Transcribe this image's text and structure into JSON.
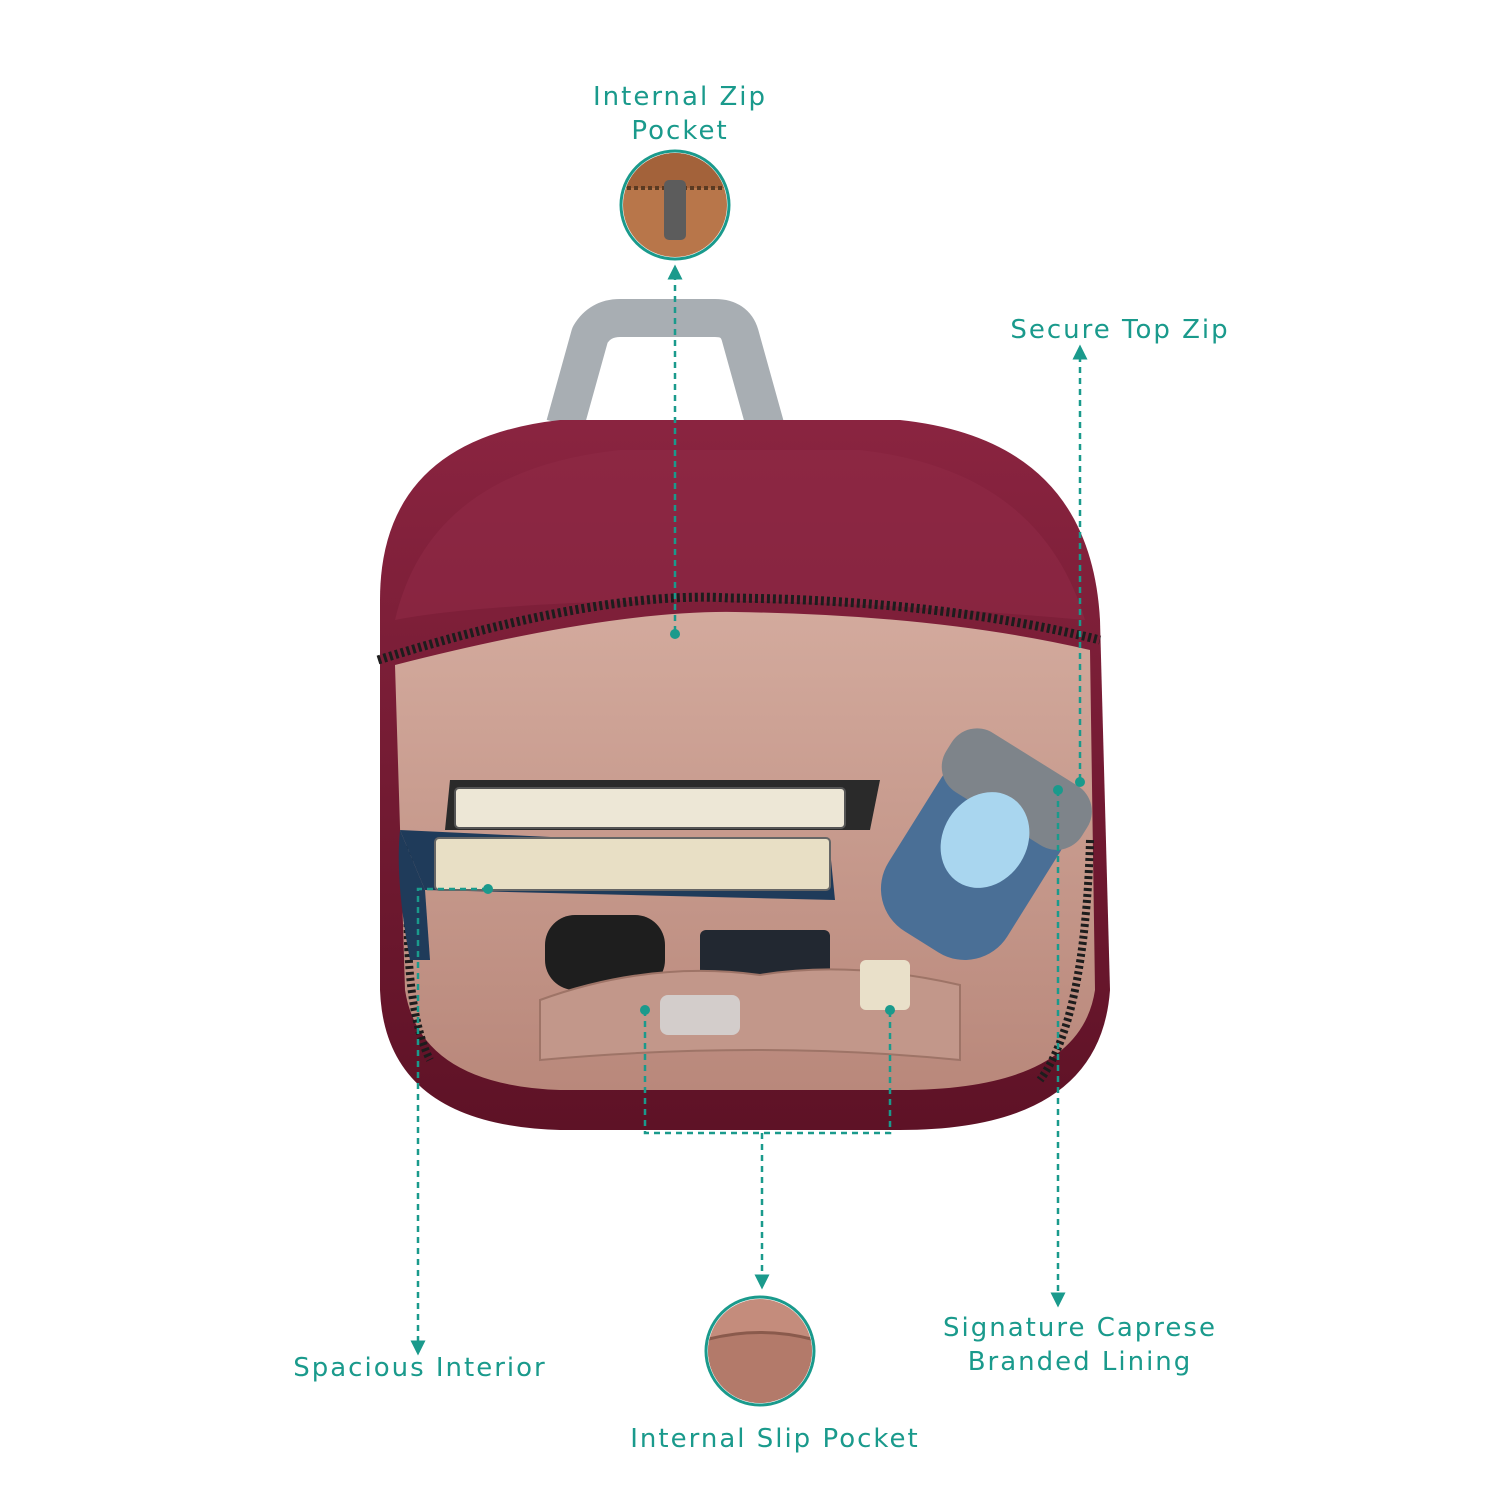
{
  "callouts": {
    "internal_zip_pocket": {
      "line1": "Internal Zip",
      "line2": "Pocket"
    },
    "secure_top_zip": {
      "text": "Secure Top Zip"
    },
    "spacious_interior": {
      "text": "Spacious Interior"
    },
    "internal_slip_pocket": {
      "text": "Internal Slip Pocket"
    },
    "branded_lining": {
      "line1": "Signature Caprese",
      "line2": "Branded Lining"
    }
  },
  "colors": {
    "accent": "#1a9a8c",
    "bag_shell": "#7a1c33",
    "lining": "#c79a8e",
    "handle": "#a8aeb3"
  }
}
